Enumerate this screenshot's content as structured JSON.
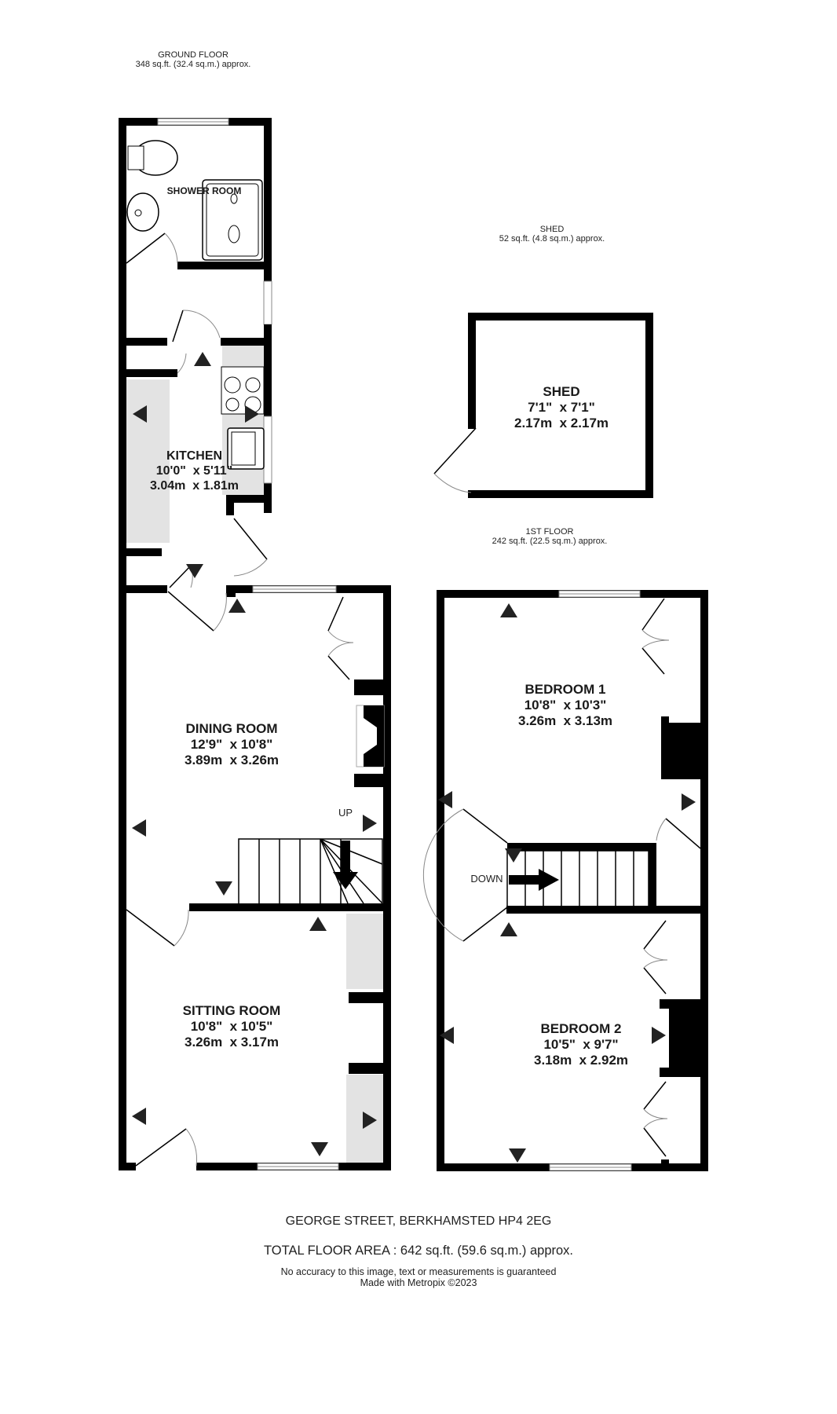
{
  "ground_floor": {
    "title": "GROUND FLOOR",
    "area": "348 sq.ft. (32.4 sq.m.) approx.",
    "rooms": [
      {
        "name": "SHOWER ROOM"
      },
      {
        "name": "KITCHEN",
        "imperial": "10'0\"  x 5'11\"",
        "metric": "3.04m  x 1.81m"
      },
      {
        "name": "DINING ROOM",
        "imperial": "12'9\"  x 10'8\"",
        "metric": "3.89m  x 3.26m"
      },
      {
        "name": "SITTING ROOM",
        "imperial": "10'8\"  x 10'5\"",
        "metric": "3.26m  x 3.17m"
      }
    ],
    "stairs_label": "UP"
  },
  "shed": {
    "title": "SHED",
    "area": "52 sq.ft. (4.8 sq.m.) approx.",
    "room": {
      "name": "SHED",
      "imperial": "7'1\"  x 7'1\"",
      "metric": "2.17m  x 2.17m"
    }
  },
  "first_floor": {
    "title": "1ST FLOOR",
    "area": "242 sq.ft. (22.5 sq.m.) approx.",
    "rooms": [
      {
        "name": "BEDROOM 1",
        "imperial": "10'8\"  x 10'3\"",
        "metric": "3.26m  x 3.13m"
      },
      {
        "name": "BEDROOM 2",
        "imperial": "10'5\"  x 9'7\"",
        "metric": "3.18m  x 2.92m"
      }
    ],
    "stairs_label": "DOWN"
  },
  "footer": {
    "address": "GEORGE STREET, BERKHAMSTED HP4 2EG",
    "total_area": "TOTAL FLOOR AREA : 642 sq.ft. (59.6 sq.m.) approx.",
    "disclaimer": "No accuracy to this image, text or measurements is guaranteed",
    "credit": "Made with Metropix ©2023"
  },
  "colors": {
    "wall": "#000000",
    "shade": "#e3e3e3",
    "door_arc": "#888888"
  }
}
